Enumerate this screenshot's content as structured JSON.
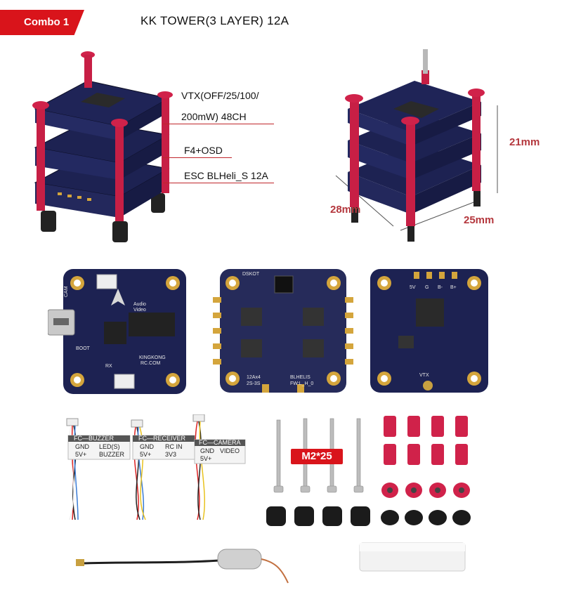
{
  "header": {
    "combo_label": "Combo 1",
    "title": "KK TOWER(3 LAYER) 12A"
  },
  "stack_labels": {
    "vtx_line1": "VTX(OFF/25/100/",
    "vtx_line2": "200mW) 48CH",
    "fc": "F4+OSD",
    "esc": "ESC BLHeli_S 12A"
  },
  "dimensions": {
    "height": "21mm",
    "depth": "28mm",
    "width": "25mm"
  },
  "board_print": {
    "fc_cam": "CAM",
    "fc_audio": "Audio",
    "fc_video": "Video",
    "fc_boot": "BOOT",
    "fc_rx": "RX",
    "fc_brand": "KINGKONG",
    "fc_site": "RC.COM",
    "esc_dshot": "DSKOT",
    "esc_model": "12Ax4",
    "esc_cells": "2S-3S",
    "esc_blhs": "BLHELIS",
    "esc_fw": "FW:L_H_0",
    "vtx_label": "VTX",
    "vtx_5v": "5V",
    "vtx_g": "G",
    "vtx_b": "B-",
    "vtx_bp": "B+"
  },
  "cables": {
    "buzzer": {
      "title": "FC—BUZZER",
      "r1a": "GND",
      "r1b": "LED(S)",
      "r2a": "5V+",
      "r2b": "BUZZER"
    },
    "receiver": {
      "title": "FC—RECEIVER",
      "r1a": "GND",
      "r1b": "RC IN",
      "r2a": "5V+",
      "r2b": "3V3"
    },
    "camera": {
      "title": "FC—CAMERA",
      "r1a": "GND",
      "r1b": "VIDEO",
      "r2a": "5V+"
    }
  },
  "screw_label": "M2*25",
  "colors": {
    "accent_red": "#d9141b",
    "dimension_red": "#b4373d",
    "pcb_navy": "#1d2252",
    "anodized_red": "#d0224a"
  },
  "icons": [
    "flight-controller-stack",
    "esc-board",
    "vtx-board",
    "cable",
    "screw",
    "standoff",
    "nut",
    "grommet",
    "antenna",
    "heat-shrink"
  ]
}
